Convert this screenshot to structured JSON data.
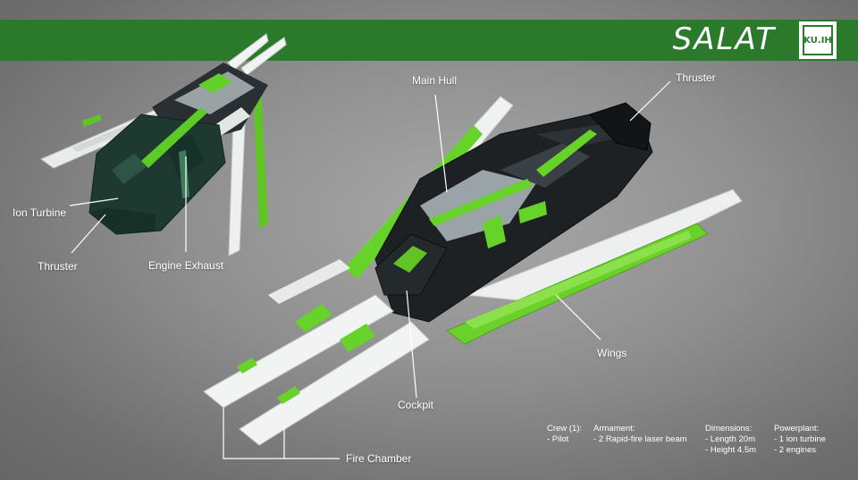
{
  "header": {
    "title": "SALAT",
    "logo_text": "KU.IH",
    "accent_color": "#2b7a2b"
  },
  "callouts": {
    "ion_turbine": "Ion Turbine",
    "thruster_left": "Thruster",
    "engine_exhaust": "Engine Exhaust",
    "main_hull": "Main Hull",
    "thruster_right": "Thruster",
    "wings": "Wings",
    "cockpit": "Cockpit",
    "fire_chamber": "Fire Chamber"
  },
  "specs": {
    "crew": {
      "title": "Crew (1):",
      "items": [
        "- Pilot"
      ]
    },
    "armament": {
      "title": "Armament:",
      "items": [
        "- 2 Rapid-fire laser beam"
      ]
    },
    "dimensions": {
      "title": "Dimensions:",
      "items": [
        "- Length 20m",
        "- Height 4.5m"
      ]
    },
    "powerplant": {
      "title": "Powerplant:",
      "items": [
        "- 1 ion turbine",
        "- 2 engines"
      ]
    }
  },
  "colors": {
    "hull_green": "#6ad02a",
    "hull_black": "#1d2124",
    "hull_white": "#eef0f0",
    "exhaust_dark_green": "#1e3a30"
  }
}
